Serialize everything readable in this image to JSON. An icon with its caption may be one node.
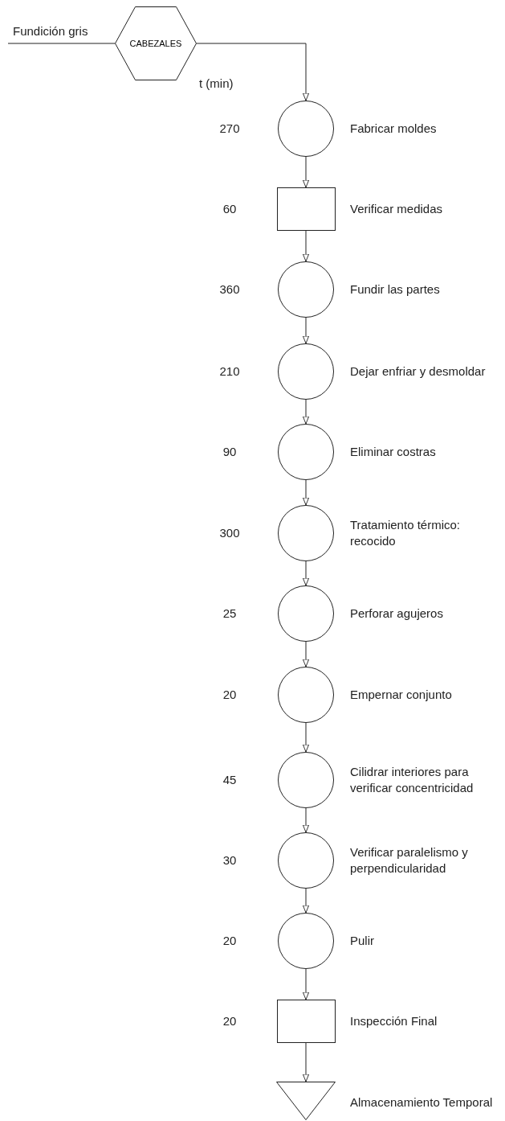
{
  "diagram": {
    "nodes": [
      {
        "text": [
          "CABEZALES"
        ]
      },
      {
        "text": [],
        "shape": "circle",
        "beside": [
          "270",
          "Fabricar moldes"
        ]
      },
      {
        "text": [],
        "shape": "box",
        "beside": [
          "60",
          "Verificar medidas"
        ]
      },
      {
        "text": [],
        "shape": "circle",
        "beside": [
          "360",
          "Fundir las partes"
        ]
      },
      {
        "text": [],
        "shape": "circle",
        "beside": [
          "210",
          "Dejar enfriar y desmoldar"
        ]
      },
      {
        "text": [],
        "shape": "circle",
        "beside": [
          "90",
          "Eliminar costras"
        ]
      },
      {
        "text": [],
        "shape": "circle",
        "beside": [
          "300",
          "Tratamiento térmico: recocido"
        ]
      },
      {
        "text": [],
        "shape": "circle",
        "beside": [
          "25",
          "Perforar agujeros"
        ]
      },
      {
        "text": [],
        "shape": "circle",
        "beside": [
          "20",
          "Empernar conjunto"
        ]
      },
      {
        "text": [],
        "shape": "circle",
        "beside": [
          "45",
          "Cilidrar interiores para verificar concentricidad"
        ]
      },
      {
        "text": [],
        "shape": "circle",
        "beside": [
          "30",
          "Verificar paralelismo y perpendicularidad"
        ]
      },
      {
        "text": [],
        "shape": "circle",
        "beside": [
          "20",
          "Pulir"
        ]
      },
      {
        "text": [],
        "shape": "box",
        "beside": [
          "20",
          "Inspección Final"
        ]
      },
      {
        "text": [],
        "shape": "triangle",
        "beside": [
          "Almacenamiento Temporal"
        ]
      }
    ],
    "edges": [
      {
        "from": null,
        "to": 0,
        "arrow": "none",
        "label": "Fundición gris"
      },
      {
        "from": 0,
        "to": 1,
        "arrow": "to"
      },
      {
        "from": 1,
        "to": 2,
        "arrow": "to"
      },
      {
        "from": 2,
        "to": 3,
        "arrow": "to"
      },
      {
        "from": 3,
        "to": 4,
        "arrow": "to"
      },
      {
        "from": 4,
        "to": 5,
        "arrow": "to"
      },
      {
        "from": 5,
        "to": 6,
        "arrow": "to"
      },
      {
        "from": 6,
        "to": 7,
        "arrow": "to"
      },
      {
        "from": 7,
        "to": 8,
        "arrow": "to"
      },
      {
        "from": 8,
        "to": 9,
        "arrow": "to"
      },
      {
        "from": 9,
        "to": 10,
        "arrow": "to"
      },
      {
        "from": 10,
        "to": 11,
        "arrow": "to"
      },
      {
        "from": 11,
        "to": 12,
        "arrow": "to"
      },
      {
        "from": 12,
        "to": 13,
        "arrow": "to"
      }
    ],
    "labels": [
      "t (min)"
    ]
  }
}
